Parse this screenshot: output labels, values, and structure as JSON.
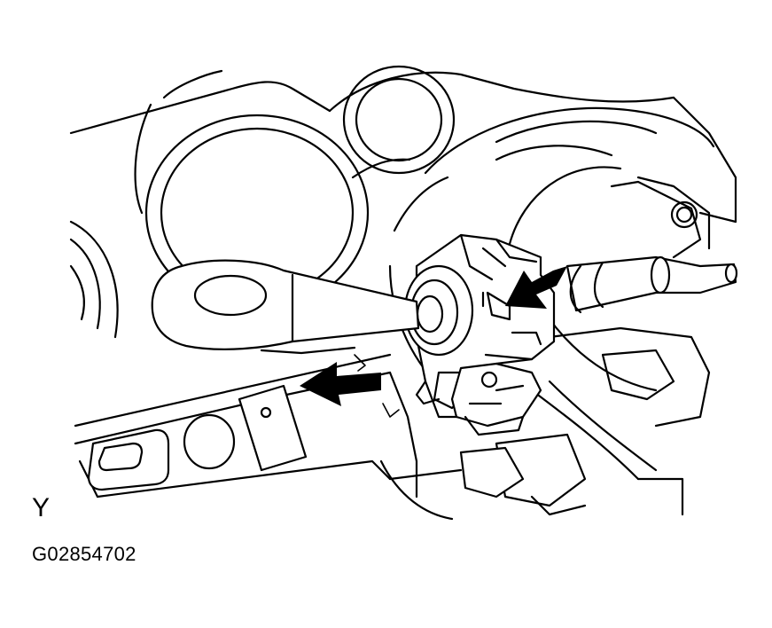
{
  "figure": {
    "view_label": "Y",
    "figure_code": "G02854702",
    "icons": [
      "turn-signal-switch-lever",
      "removal-direction-arrow"
    ]
  }
}
